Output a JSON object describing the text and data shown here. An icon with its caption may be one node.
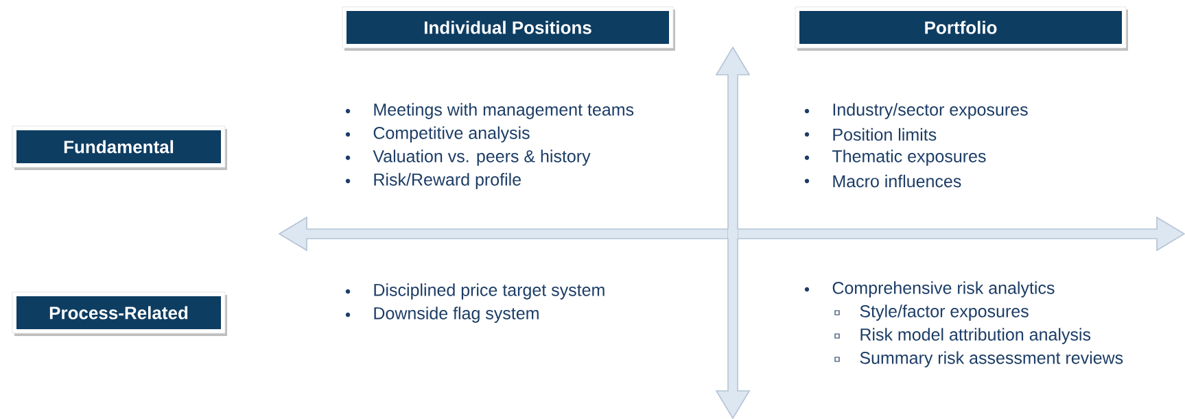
{
  "diagram": {
    "nodes": [
      {
        "text": [
          "Individual Positions"
        ]
      },
      {
        "text": [
          "Portfolio"
        ]
      },
      {
        "text": [
          "Fundamental"
        ]
      },
      {
        "text": [
          "Process-Related"
        ]
      }
    ],
    "labels": [
      "Meetings with management teams",
      "Competitive analysis",
      "Valuation vs. peers & history",
      "Risk/Reward profile",
      "Industry/sector exposures",
      "Position limits",
      "Thematic exposures",
      "Macro influences",
      "Disciplined price target system",
      "Downside flag system",
      "Comprehensive risk analytics",
      "Style/factor exposures",
      "Risk model attribution analysis",
      "Summary risk assessment reviews"
    ]
  }
}
